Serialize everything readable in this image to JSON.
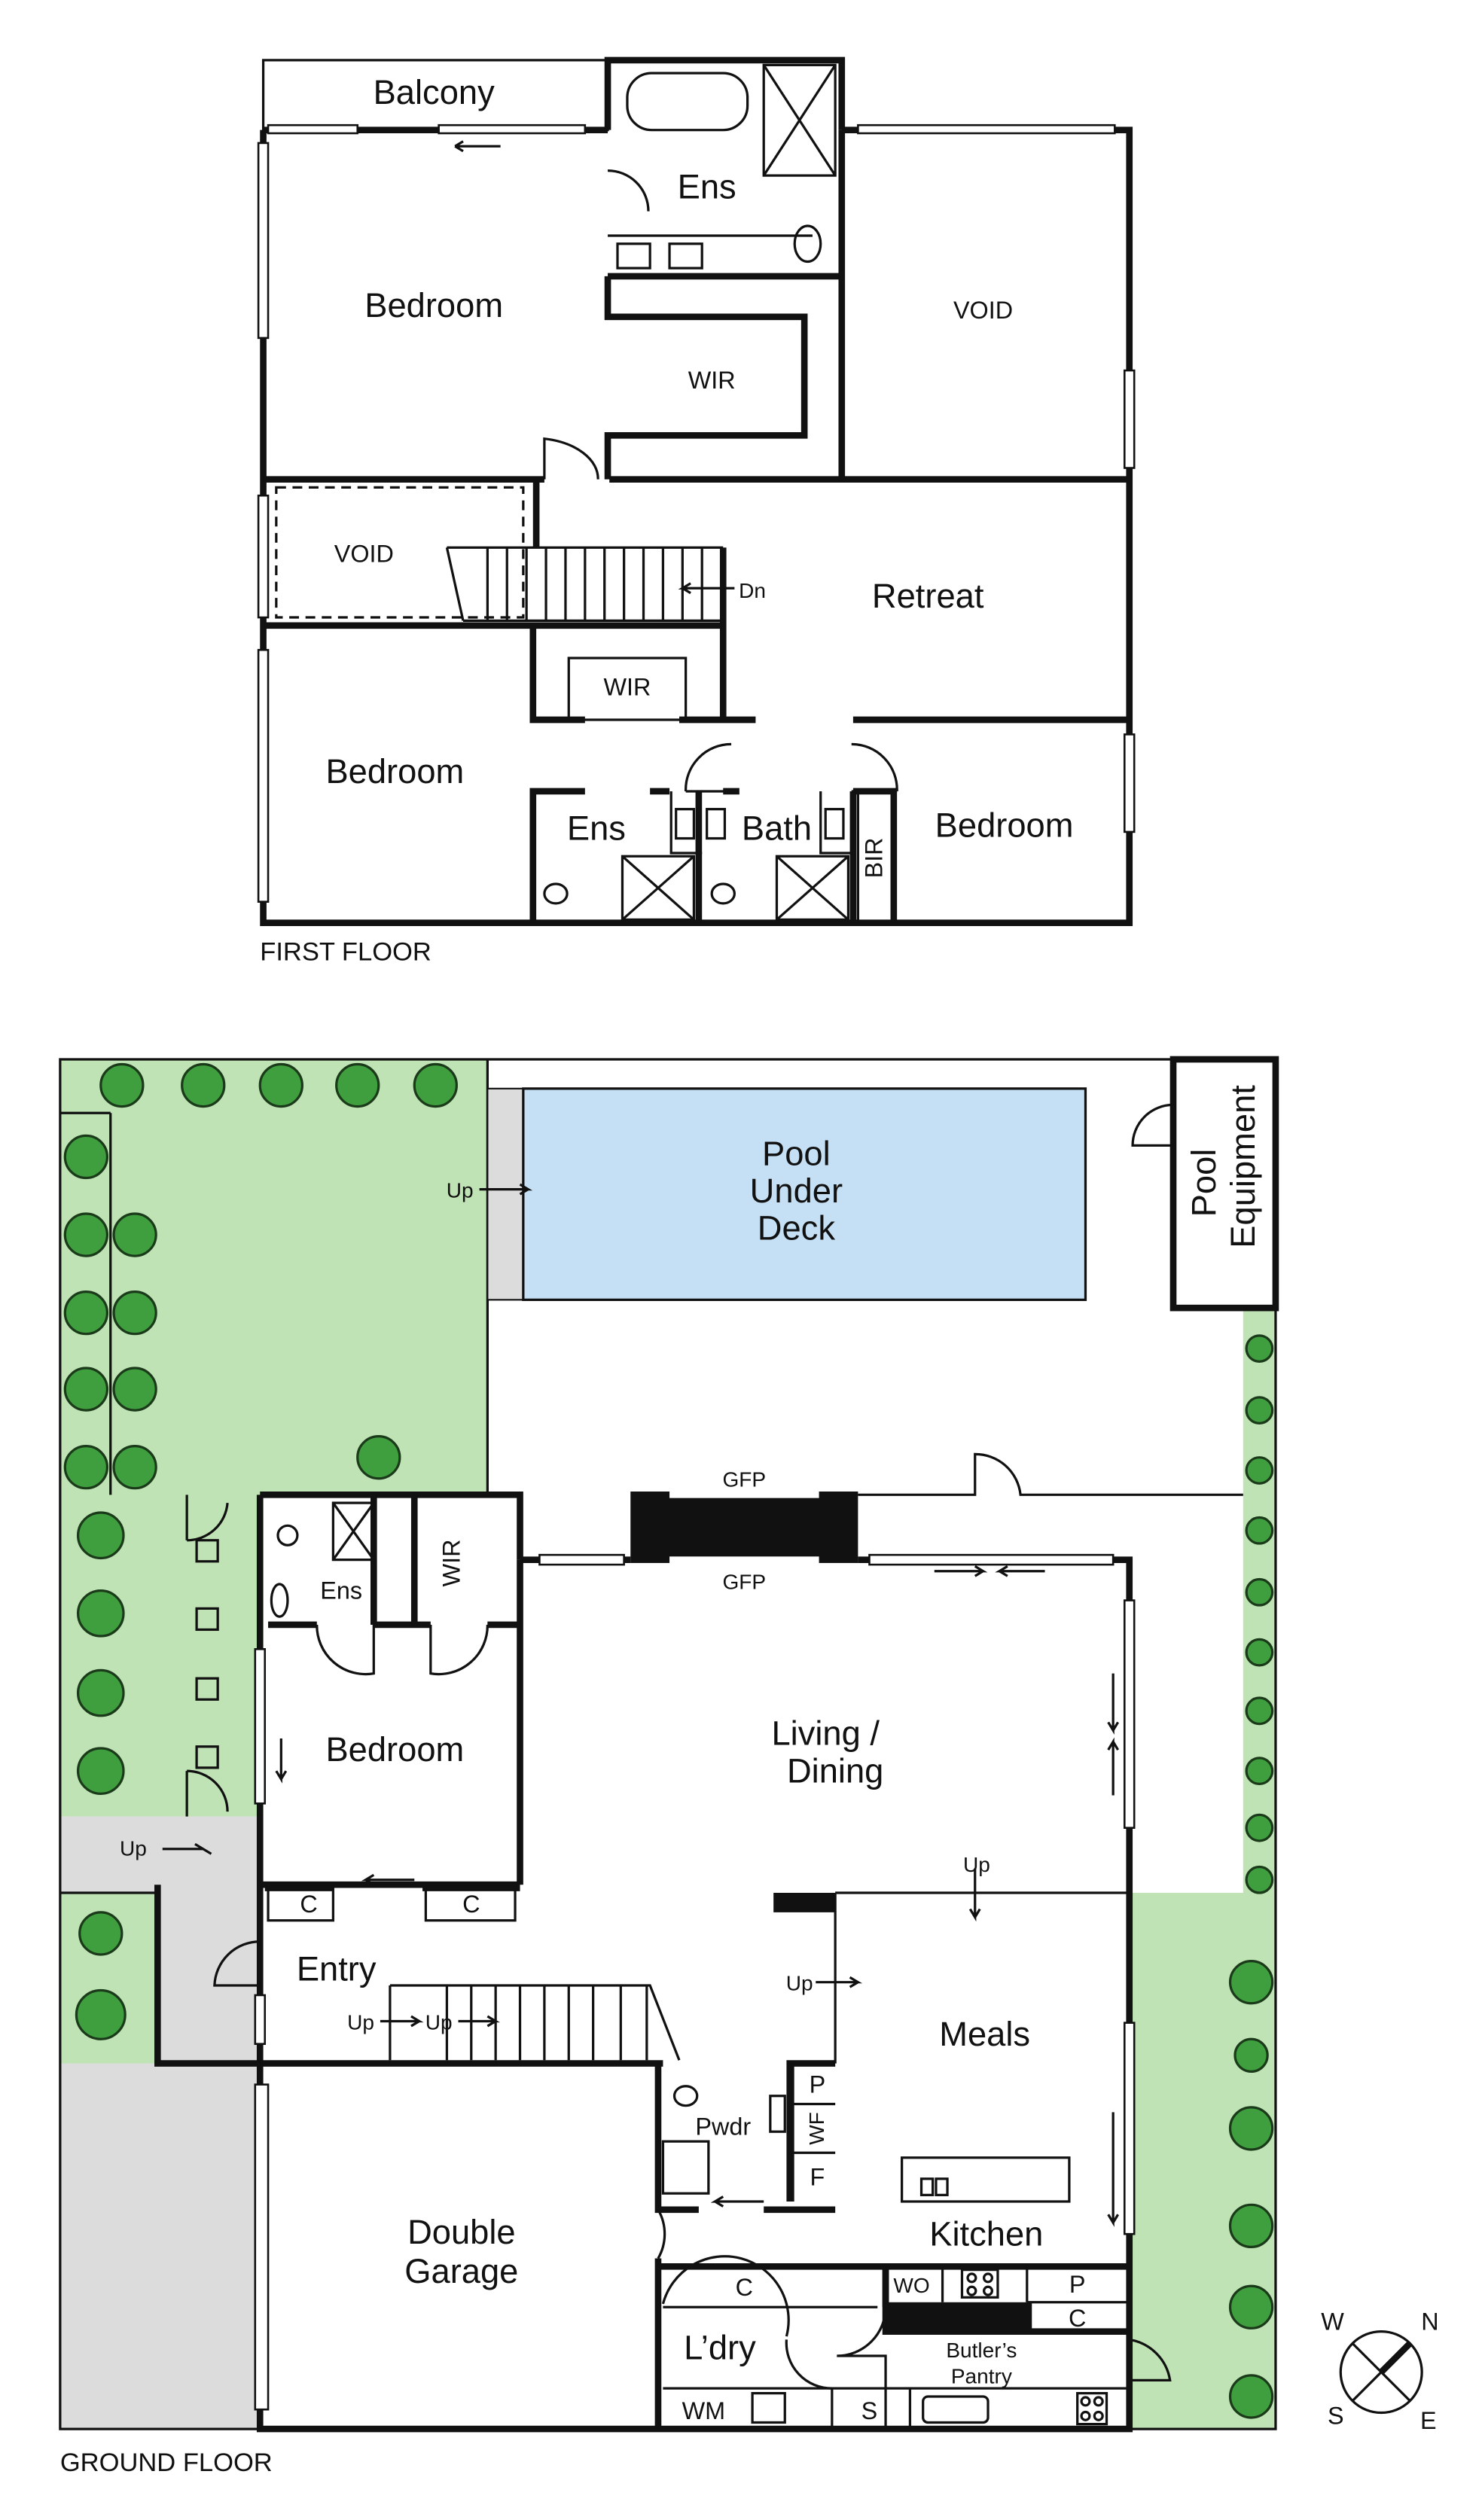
{
  "colors": {
    "garden": "#bfe3b4",
    "paving": "#dcdcdc",
    "pool": "#c5e0f4",
    "tree": "#3f9f3f",
    "wall": "#111111"
  },
  "first_floor": {
    "title": "FIRST FLOOR",
    "rooms": {
      "balcony": "Balcony",
      "ensuite_main": "Ens",
      "bedroom_main": "Bedroom",
      "wir_main": "WIR",
      "void_right": "VOID",
      "void_left": "VOID",
      "stairs_down": "Dn",
      "retreat": "Retreat",
      "wir_2": "WIR",
      "bedroom_2": "Bedroom",
      "ensuite_2": "Ens",
      "bath": "Bath",
      "bir": "BIR",
      "bedroom_3": "Bedroom"
    }
  },
  "ground_floor": {
    "title": "GROUND FLOOR",
    "pool": [
      "Pool",
      "Under",
      "Deck"
    ],
    "pool_equipment": [
      "Pool",
      "Equipment"
    ],
    "pool_up": "Up",
    "gfp_top": "GFP",
    "gfp_bottom": "GFP",
    "ensuite": "Ens",
    "wir": "WIR",
    "bedroom": "Bedroom",
    "living": [
      "Living /",
      "Dining"
    ],
    "cupboard_1": "C",
    "cupboard_2": "C",
    "side_up": "Up",
    "entry": "Entry",
    "entry_up_1": "Up",
    "entry_up_2": "Up",
    "living_up": "Up",
    "meals_up": "Up",
    "meals": "Meals",
    "pantry": "P",
    "wall_fridge": "WF",
    "fridge": "F",
    "powder": "Pwdr",
    "garage": [
      "Double",
      "Garage"
    ],
    "kitchen": "Kitchen",
    "laundry_cupboard": "C",
    "wall_oven": "WO",
    "pantry_2": "P",
    "cupboard_3": "C",
    "laundry": "L’dry",
    "butlers_pantry": [
      "Butler’s",
      "Pantry"
    ],
    "washing_machine": "WM",
    "sink": "S"
  },
  "compass": {
    "w": "W",
    "n": "N",
    "s": "S",
    "e": "E"
  }
}
